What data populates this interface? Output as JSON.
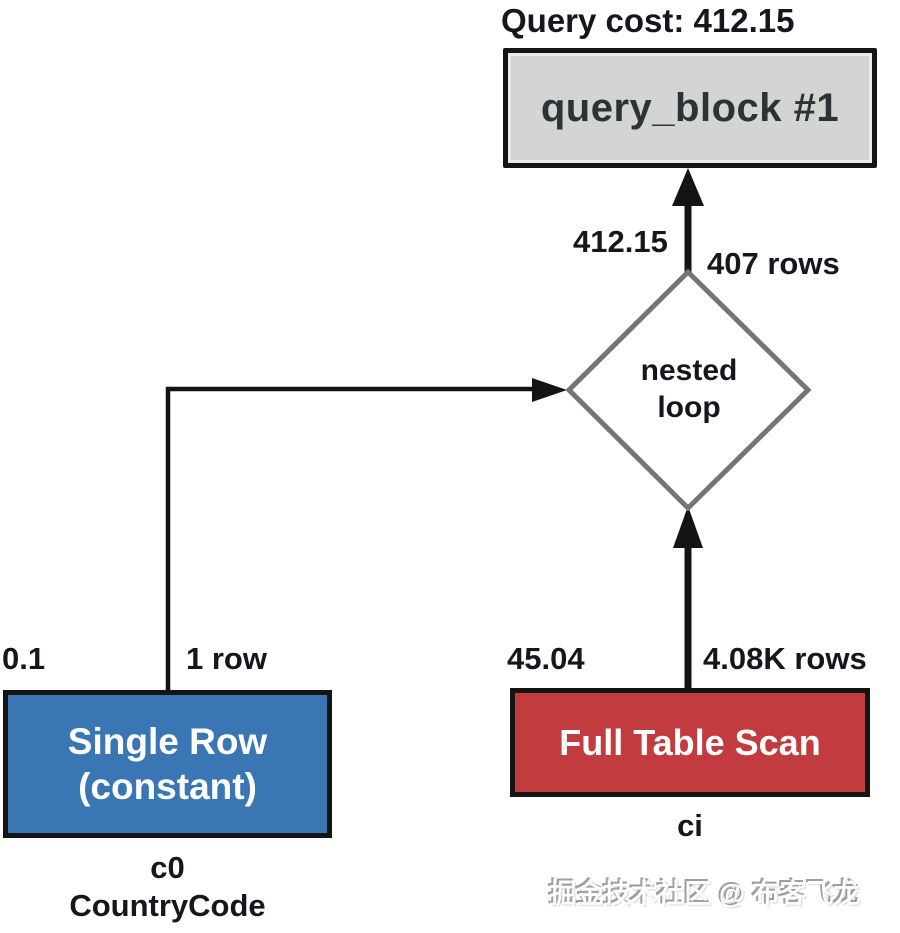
{
  "diagram": {
    "type": "mysql-visual-explain",
    "query_cost_label": "Query cost: 412.15",
    "nodes": {
      "query_block": {
        "label": "query_block #1",
        "fill_color": "#d2d5d2",
        "border_color": "#141414"
      },
      "nested_loop": {
        "label_line1": "nested",
        "label_line2": "loop",
        "shape": "diamond",
        "border_color": "#757575"
      },
      "single_row": {
        "label_line1": "Single Row",
        "label_line2": "(constant)",
        "cost": "0.1",
        "rows": "1 row",
        "table_alias": "c0",
        "table_name": "CountryCode",
        "fill_color": "#3b76b4"
      },
      "full_table_scan": {
        "label": "Full Table Scan",
        "cost": "45.04",
        "rows": "4.08K rows",
        "table_name": "ci",
        "fill_color": "#c23b3e"
      }
    },
    "edges": {
      "nested_loop_to_query_block": {
        "cost": "412.15",
        "rows": "407 rows"
      }
    }
  },
  "watermark": {
    "text": "掘金技术社区 @ 布客飞龙"
  }
}
